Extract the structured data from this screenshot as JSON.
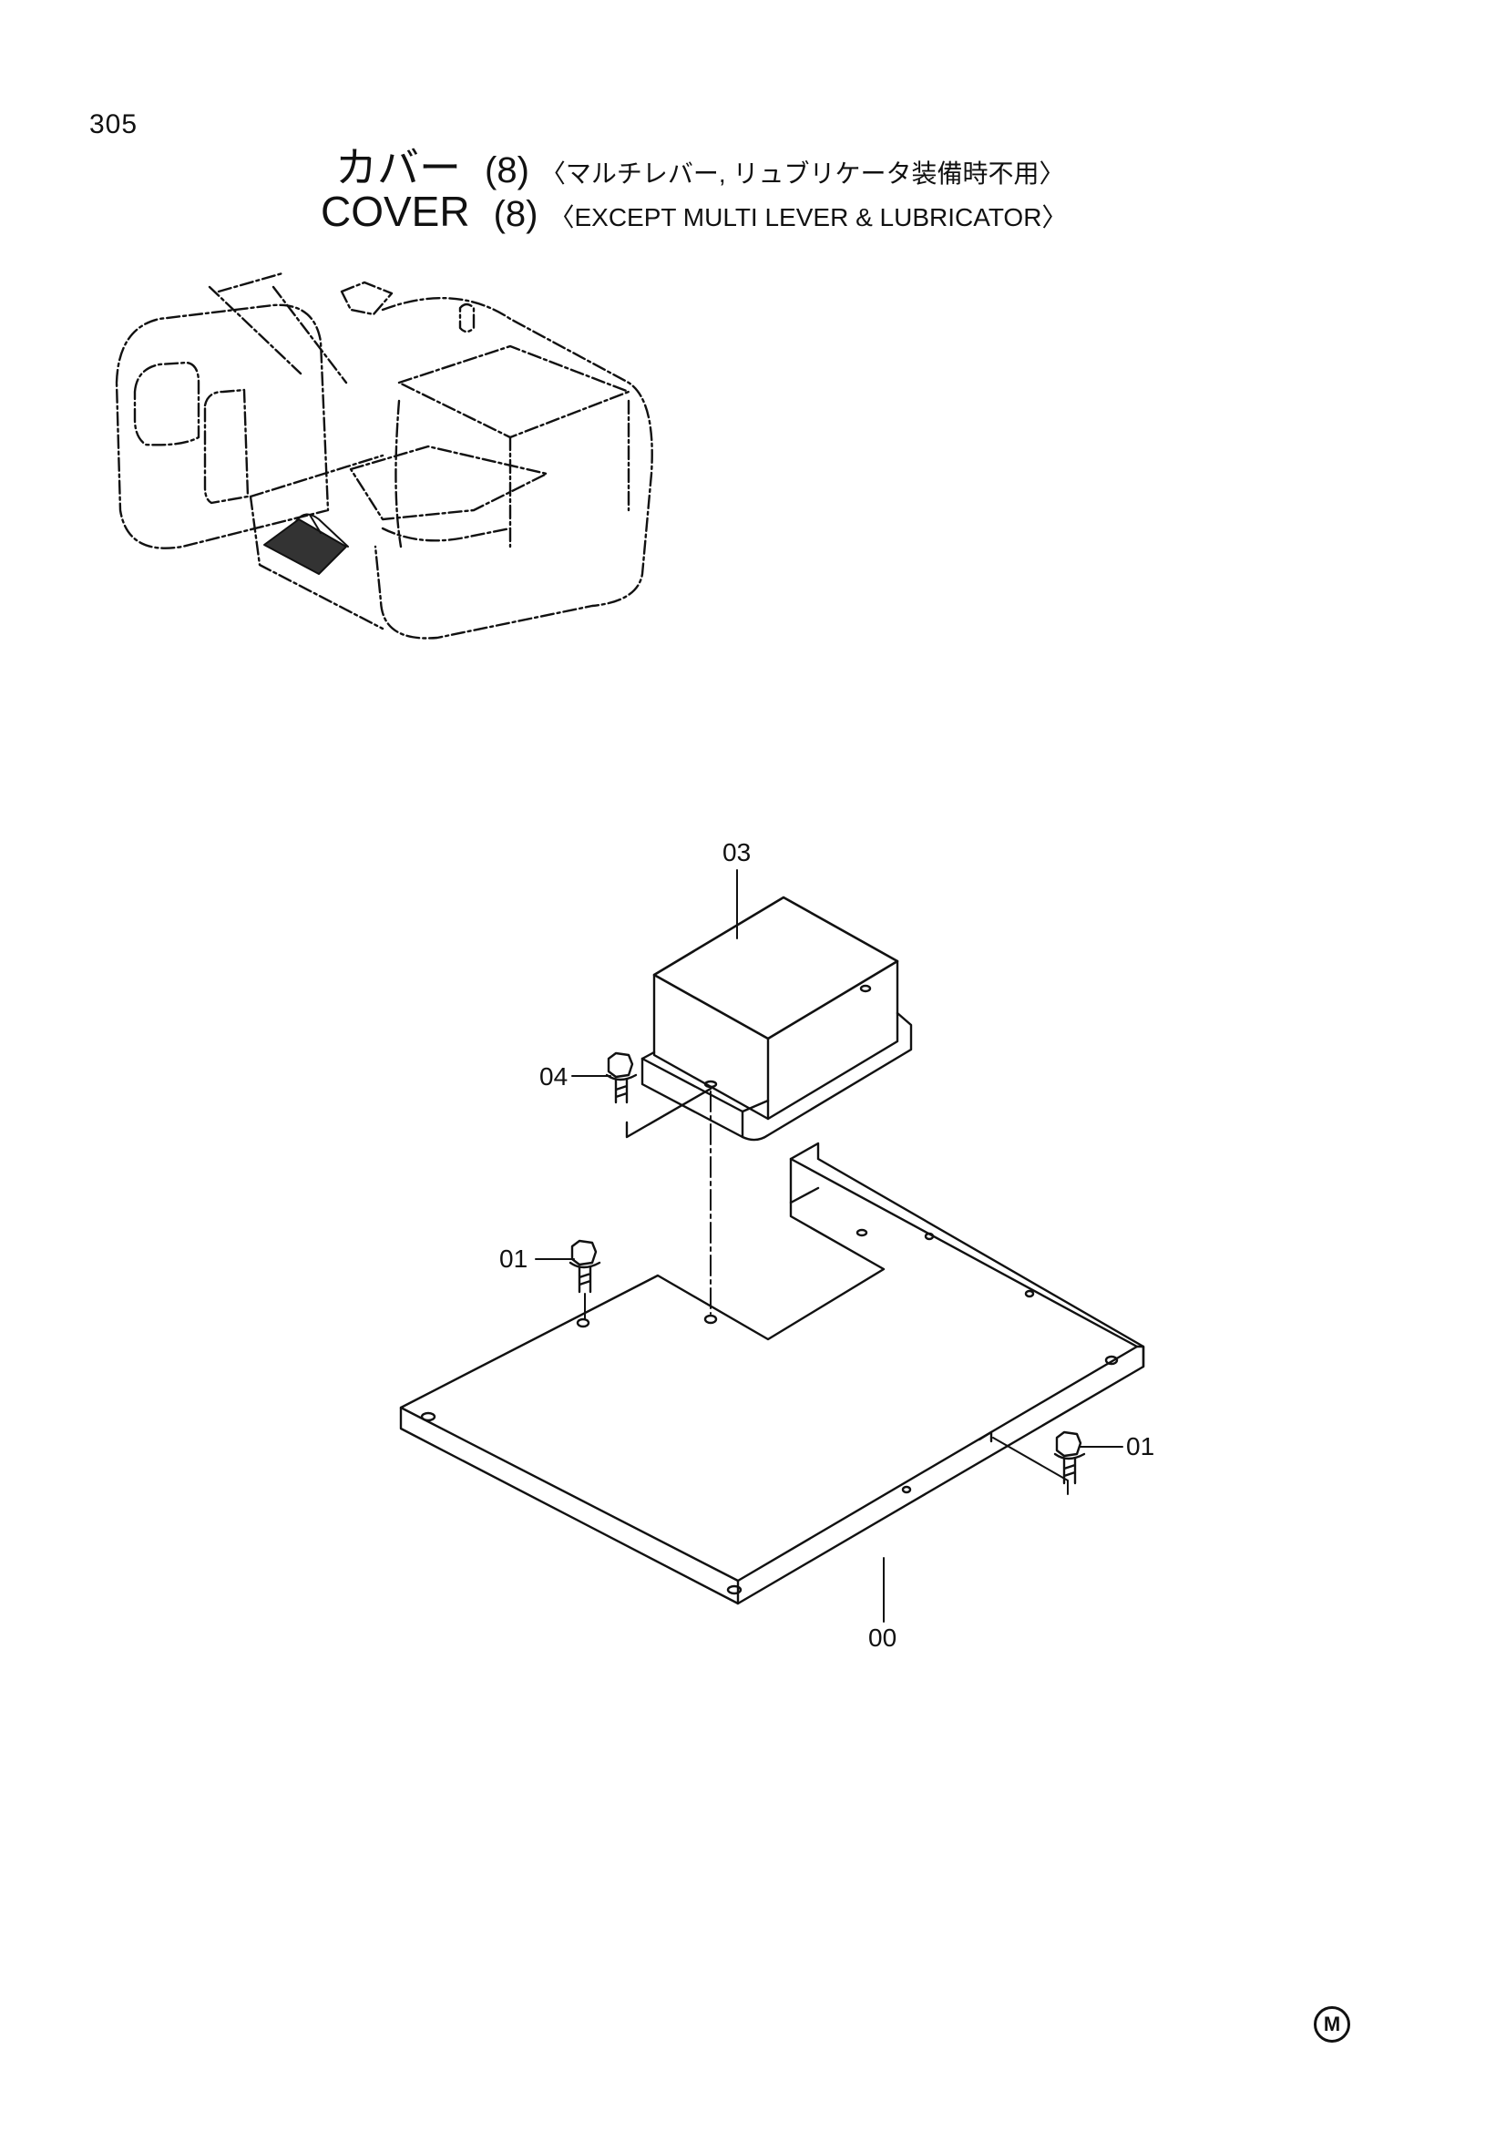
{
  "page_number": "305",
  "title": {
    "jp_main": "カバー",
    "jp_num": "(8)",
    "jp_note": "〈マルチレバー, リュブリケータ装備時不用〉",
    "en_main": "COVER",
    "en_num": "(8)",
    "en_note": "〈EXCEPT  MULTI  LEVER & LUBRICATOR〉"
  },
  "callouts": {
    "box": "03",
    "box_bolt": "04",
    "bolt_left": "01",
    "bolt_right": "01",
    "plate": "00"
  },
  "footer_mark": "M"
}
